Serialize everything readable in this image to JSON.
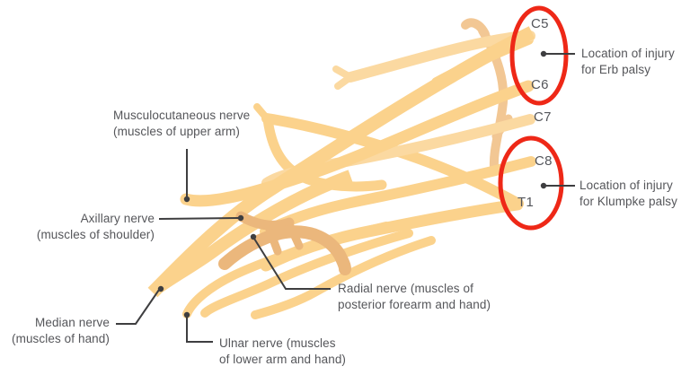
{
  "diagram": {
    "subject": "Brachial plexus nerve roots with palsy injury locations",
    "roots": {
      "c5": "C5",
      "c6": "C6",
      "c7": "C7",
      "c8": "C8",
      "t1": "T1"
    },
    "nerve_labels": [
      {
        "id": "musculocutaneous",
        "line1": "Musculocutaneous nerve",
        "line2": "(muscles of upper arm)"
      },
      {
        "id": "axillary",
        "line1": "Axillary nerve",
        "line2": "(muscles of shoulder)"
      },
      {
        "id": "median",
        "line1": "Median nerve",
        "line2": "(muscles of hand)"
      },
      {
        "id": "ulnar",
        "line1": "Ulnar nerve (muscles",
        "line2": "of lower arm and hand)"
      },
      {
        "id": "radial",
        "line1": "Radial nerve (muscles of",
        "line2": "posterior forearm and hand)"
      }
    ],
    "injury_labels": [
      {
        "id": "erb",
        "line1": "Location of injury",
        "line2": "for Erb palsy"
      },
      {
        "id": "klumpke",
        "line1": "Location of injury",
        "line2": "for Klumpke palsy"
      }
    ],
    "colors": {
      "background": "#FFFFFF",
      "strand_light": "#FBD28C",
      "strand_pale": "#FBD9A1",
      "strand_tan": "#EBB77C",
      "strand_tan_light": "#F2C794",
      "highlight_red": "#EE2817",
      "text": "#55565A",
      "pointer": "#3E3E40"
    }
  }
}
